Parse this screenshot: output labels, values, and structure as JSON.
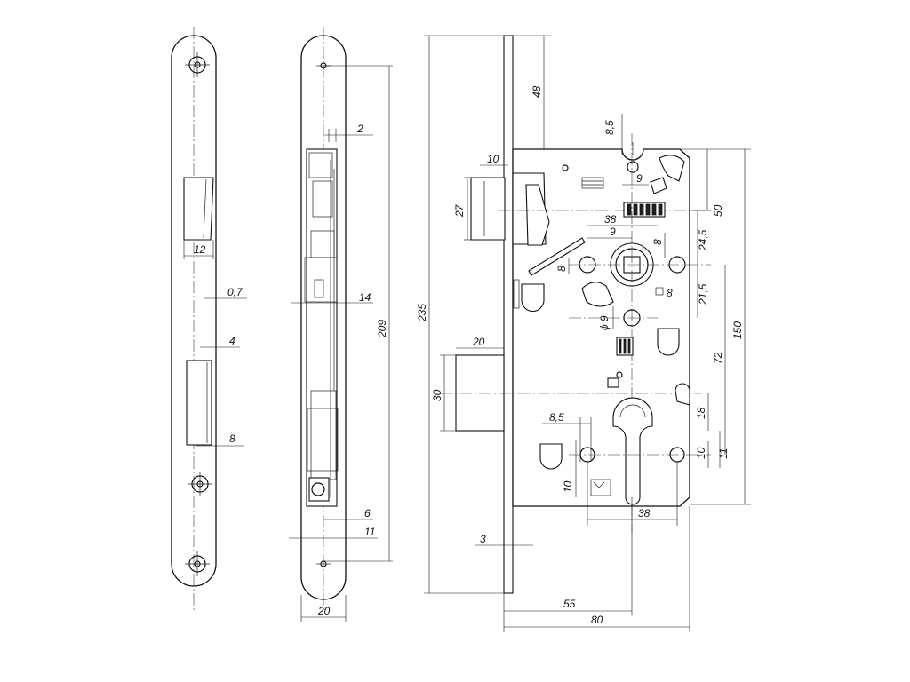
{
  "dimensions": {
    "strike_slot_width": "12",
    "strike_offset_0_7": "0,7",
    "strike_offset_4": "4",
    "strike_offset_8": "8",
    "side_2": "2",
    "side_14": "14",
    "side_209": "209",
    "side_6": "6",
    "side_11": "11",
    "side_20": "20",
    "total_235": "235",
    "top_48": "48",
    "latch_10": "10",
    "latch_27": "27",
    "bolt_20": "20",
    "bolt_30": "30",
    "edge_3": "3",
    "bottom_55": "55",
    "bottom_80": "80",
    "dim_8_5_top": "8,5",
    "dim_9_top": "9",
    "dim_38_top": "38",
    "dim_9_mid": "9",
    "dim_8_right": "8",
    "dim_8_left": "8",
    "dim_8_square": "8",
    "dim_phi9": "ϕ 9",
    "dim_50": "50",
    "dim_24_5": "24,5",
    "dim_21_5": "21,5",
    "dim_72": "72",
    "dim_150": "150",
    "dim_18": "18",
    "dim_10_right": "10",
    "dim_11_right": "11",
    "dim_8_5_bottom": "8,5",
    "dim_10_bottom": "10",
    "dim_38_bottom": "38"
  }
}
